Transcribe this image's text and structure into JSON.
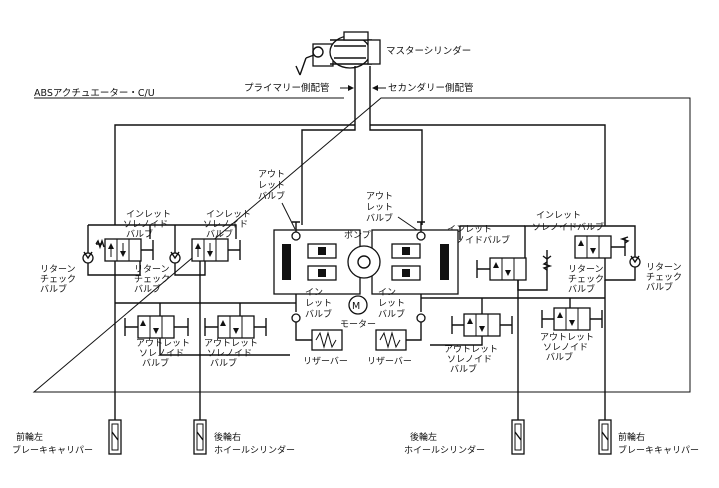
{
  "labels": {
    "master_cylinder": "マスターシリンダー",
    "primary_line": "プライマリー側配管",
    "secondary_line": "セカンダリー側配管",
    "abs_actuator": "ABSアクチュエーター・C/U",
    "pump": "ポンプ",
    "motor_symbol": "M",
    "motor": "モーター",
    "reservoir": "リザーバー",
    "outlet_valve": [
      "アウト",
      "レット",
      "バルブ"
    ],
    "inlet_valve": [
      "イン",
      "レット",
      "バルブ"
    ],
    "inlet_solenoid_2line": [
      "インレット",
      "ソレノイド",
      "バルブ"
    ],
    "inlet_solenoid_right": [
      "インレット",
      "ソレノイドバルブ"
    ],
    "return_check": [
      "リターン",
      "チェック",
      "バルブ"
    ],
    "outlet_solenoid": [
      "アウトレット",
      "ソレノイド",
      "バルブ"
    ],
    "front_left": [
      "前輪左",
      "ブレーキキャリパー"
    ],
    "rear_right": [
      "後輪右",
      "ホイールシリンダー"
    ],
    "rear_left": [
      "後輪左",
      "ホイールシリンダー"
    ],
    "front_right": [
      "前輪右",
      "ブレーキキャリパー"
    ]
  }
}
